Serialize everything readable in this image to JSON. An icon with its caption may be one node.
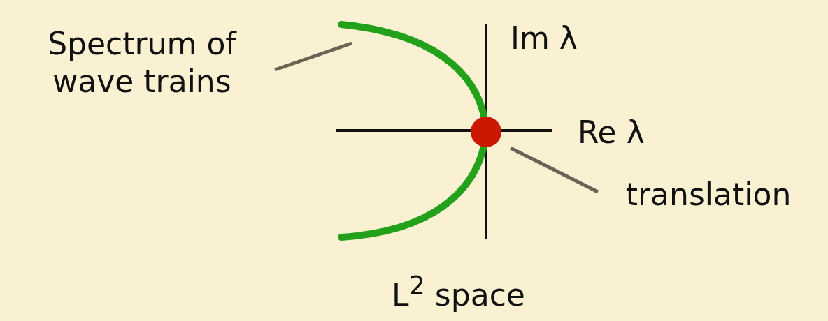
{
  "diagram": {
    "nodes": [
      {
        "text": [
          "Spectrum of wave trains"
        ]
      },
      {
        "text": [],
        "shape": "arc"
      },
      {
        "text": [],
        "shape": "circle"
      },
      {
        "text": [
          "translation"
        ]
      }
    ],
    "edges": [
      {
        "from": 0,
        "to": 1,
        "arrow": "none"
      },
      {
        "from": 3,
        "to": 2,
        "arrow": "none"
      }
    ],
    "labels": [
      "Im λ",
      "Re λ",
      "L$^{2}$ space"
    ]
  }
}
